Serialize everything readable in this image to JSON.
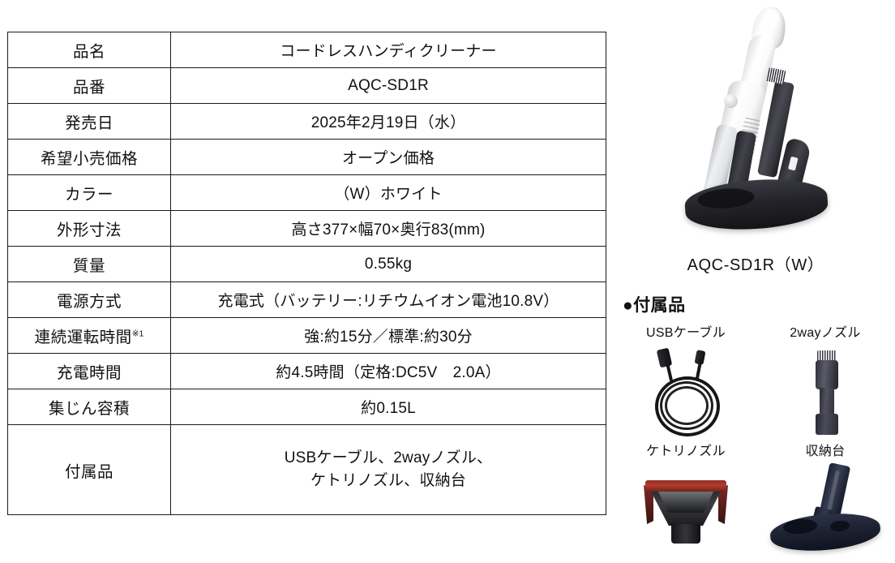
{
  "spec_table": {
    "rows": [
      {
        "label": "品名",
        "note": "",
        "value": "コードレスハンディクリーナー"
      },
      {
        "label": "品番",
        "note": "",
        "value": "AQC-SD1R"
      },
      {
        "label": "発売日",
        "note": "",
        "value": "2025年2月19日（水）"
      },
      {
        "label": "希望小売価格",
        "note": "",
        "value": "オープン価格"
      },
      {
        "label": "カラー",
        "note": "",
        "value": "（W）ホワイト"
      },
      {
        "label": "外形寸法",
        "note": "",
        "value": "高さ377×幅70×奥行83(mm)"
      },
      {
        "label": "質量",
        "note": "",
        "value": "0.55kg"
      },
      {
        "label": "電源方式",
        "note": "",
        "value": "充電式（バッテリー:リチウムイオン電池10.8V）"
      },
      {
        "label": "連続運転時間",
        "note": "※1",
        "value": "強:約15分／標準:約30分"
      },
      {
        "label": "充電時間",
        "note": "",
        "value": "約4.5時間（定格:DC5V　2.0A）"
      },
      {
        "label": "集じん容積",
        "note": "",
        "value": "約0.15L"
      }
    ],
    "accessories_row": {
      "label": "付属品",
      "value_line1": "USBケーブル、2wayノズル、",
      "value_line2": "ケトリノズル、収納台"
    }
  },
  "product": {
    "hero_caption": "AQC-SD1R（W）",
    "hero_image_name": "cordless-handy-cleaner-in-stand"
  },
  "accessories": {
    "heading": "●付属品",
    "items": [
      {
        "label": "USBケーブル",
        "image_name": "usb-cable"
      },
      {
        "label": "2wayノズル",
        "image_name": "2way-nozzle"
      },
      {
        "label": "ケトリノズル",
        "image_name": "ketori-nozzle"
      },
      {
        "label": "収納台",
        "image_name": "storage-stand"
      }
    ]
  },
  "colors": {
    "table_border": "#1a1a1a",
    "text": "#111111",
    "background": "#ffffff",
    "nozzle_dark": "#3d3d4a",
    "ketori_rim_red": "#b23a2c",
    "stand_navy": "#1d2232"
  }
}
